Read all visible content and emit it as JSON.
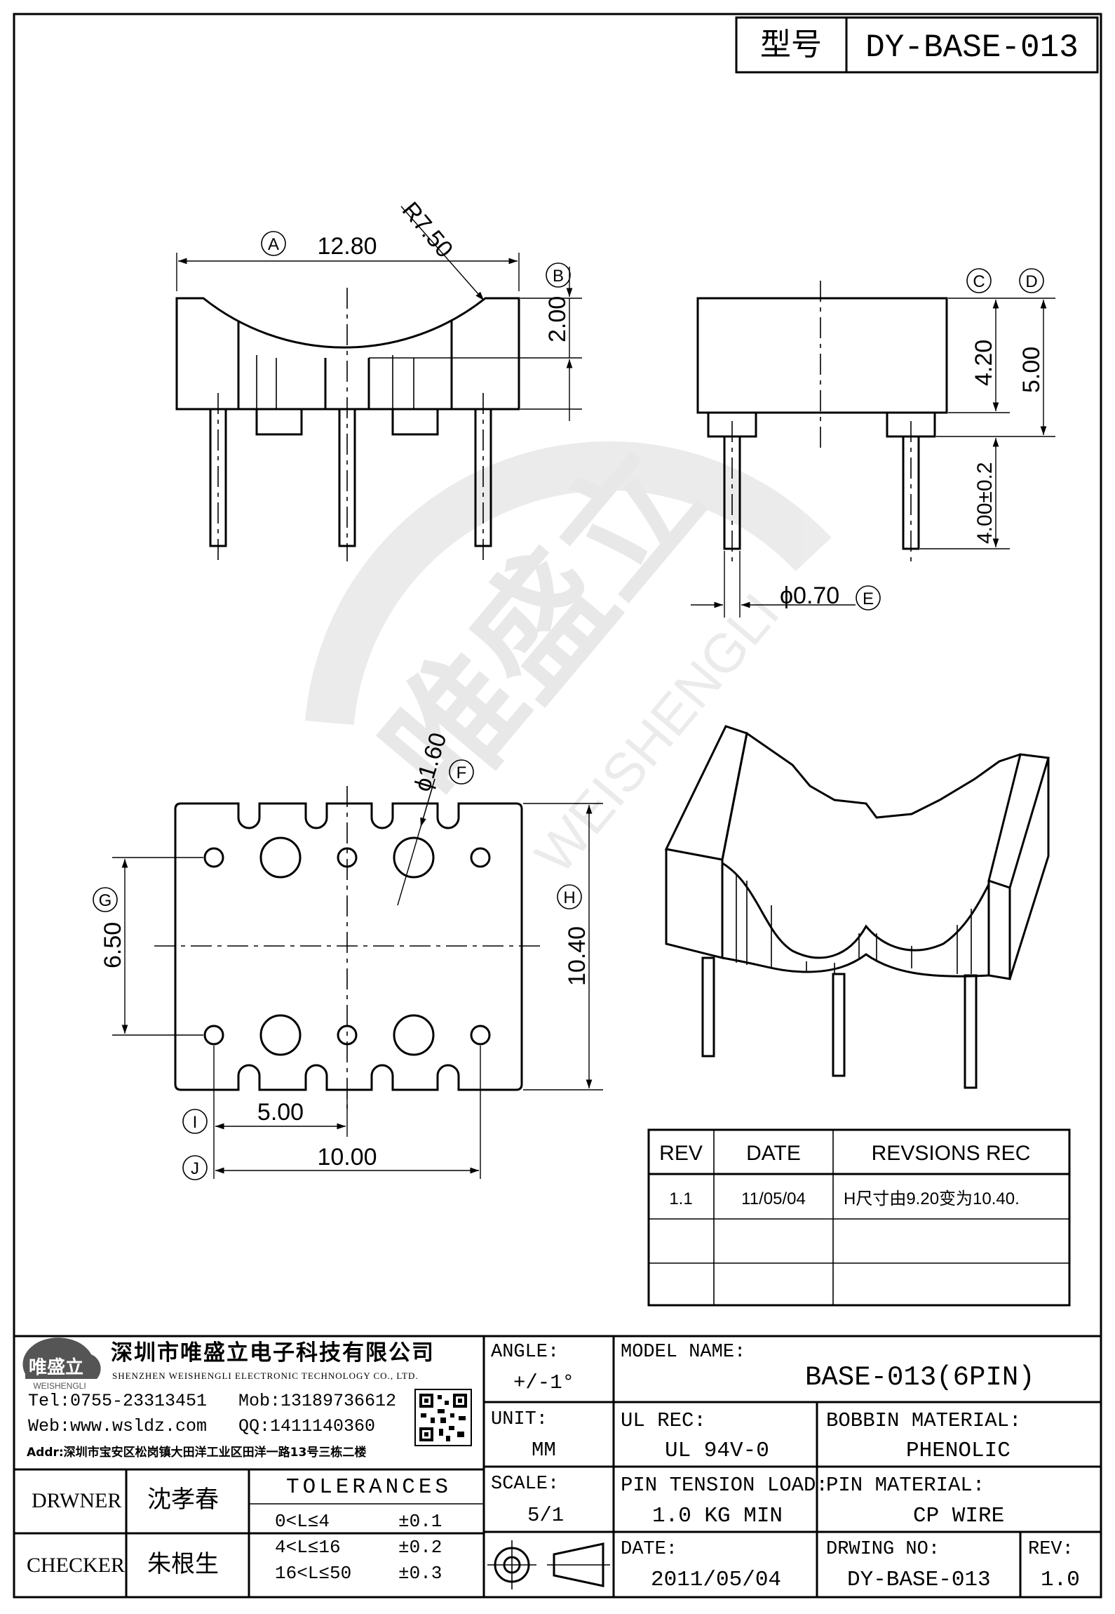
{
  "header": {
    "model_label": "型号",
    "model_value": "DY-BASE-013"
  },
  "dims": {
    "A": "A",
    "B": "B",
    "C": "C",
    "D": "D",
    "E": "E",
    "F": "F",
    "G": "G",
    "H": "H",
    "I": "I",
    "J": "J",
    "width_top": "12.80",
    "radius": "R7.50",
    "depth_b": "2.00",
    "height_c": "4.20",
    "height_d": "5.00",
    "pin_len": "4.00±0.2",
    "pin_dia": "ϕ0.70",
    "hole_dia": "ϕ1.60",
    "pitch_g": "6.50",
    "height_h": "10.40",
    "pitch_i": "5.00",
    "pitch_j": "10.00"
  },
  "revisions": {
    "headers": [
      "REV",
      "DATE",
      "REVSIONS REC"
    ],
    "rows": [
      [
        "1.1",
        "11/05/04",
        "H尺寸由9.20变为10.40."
      ],
      [
        "",
        "",
        ""
      ],
      [
        "",
        "",
        ""
      ]
    ]
  },
  "watermark": {
    "cn": "唯盛立",
    "en": "WEISHENGLI"
  },
  "company": {
    "logo_cn": "唯盛立",
    "logo_en": "WEISHENGLI",
    "name_cn": "深圳市唯盛立电子科技有限公司",
    "name_en": "SHENZHEN WEISHENGLI ELECTRONIC TECHNOLOGY CO., LTD.",
    "tel": "Tel:0755-23313451",
    "mob": "Mob:13189736612",
    "web": "Web:www.wsldz.com",
    "qq": "QQ:1411140360",
    "addr": "Addr:深圳市宝安区松岗镇大田洋工业区田洋一路13号三栋二楼"
  },
  "title_block": {
    "angle_label": "ANGLE:",
    "angle_value": "+/-1°",
    "model_name_label": "MODEL NAME:",
    "model_name_value": "BASE-013(6PIN)",
    "unit_label": "UNIT:",
    "unit_value": "MM",
    "ul_label": "UL REC:",
    "ul_value": "UL 94V-0",
    "bobbin_label": "BOBBIN MATERIAL:",
    "bobbin_value": "PHENOLIC",
    "scale_label": "SCALE:",
    "scale_value": "5/1",
    "tension_label": "PIN TENSION LOAD:",
    "tension_value": "1.0 KG MIN",
    "pinmat_label": "PIN MATERIAL:",
    "pinmat_value": "CP WIRE",
    "date_label": "DATE:",
    "date_value": "2011/05/04",
    "drwno_label": "DRWING NO:",
    "drwno_value": "DY-BASE-013",
    "rev_label": "REV:",
    "rev_value": "1.0",
    "drwner_label": "DRWNER",
    "drwner_value": "沈孝春",
    "checker_label": "CHECKER",
    "checker_value": "朱根生",
    "tolerances_title": "TOLERANCES",
    "tolerances": [
      {
        "range": "0<L≤4",
        "value": "±0.1"
      },
      {
        "range": "4<L≤16",
        "value": "±0.2"
      },
      {
        "range": "16<L≤50",
        "value": "±0.3"
      }
    ]
  }
}
